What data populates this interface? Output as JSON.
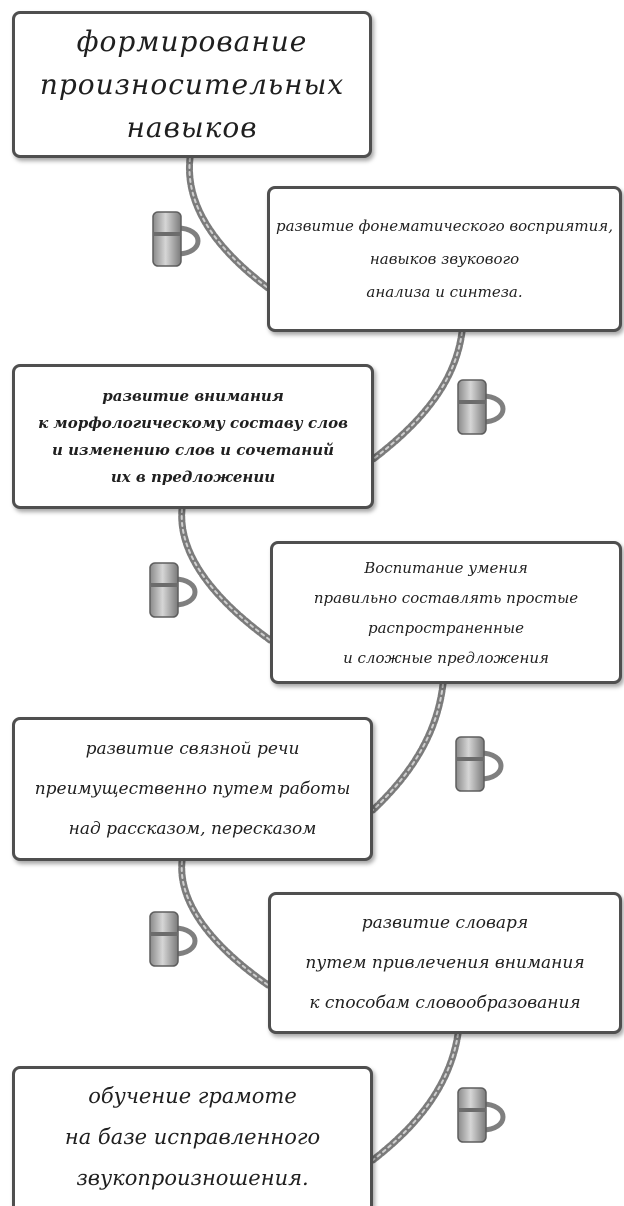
{
  "boxes": [
    {
      "lines": [
        "формирование",
        "произносительных",
        "навыков"
      ]
    },
    {
      "lines": [
        "развитие фонематического восприятия,",
        "навыков звукового",
        "анализа и синтеза."
      ]
    },
    {
      "lines": [
        "развитие внимания",
        "к морфологическому составу слов",
        "и изменению слов и сочетаний",
        "их в предложении"
      ]
    },
    {
      "lines": [
        "Воспитание умения",
        "правильно составлять простые",
        "распространенные",
        "и сложные предложения"
      ]
    },
    {
      "lines": [
        "развитие связной речи",
        "преимущественно путем работы",
        "над рассказом, пересказом"
      ]
    },
    {
      "lines": [
        "развитие словаря",
        "путем привлечения внимания",
        "к способам словообразования"
      ]
    },
    {
      "lines": [
        "обучение грамоте",
        "на базе исправленного",
        "звукопроизношения."
      ]
    }
  ]
}
